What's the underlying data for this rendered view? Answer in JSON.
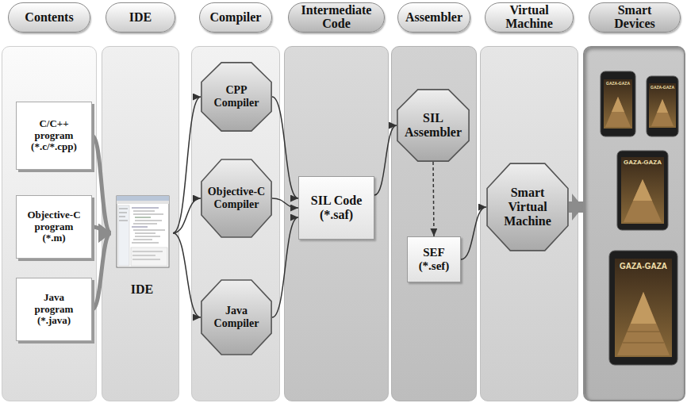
{
  "diagram": {
    "nodes": [
      {
        "text": [
          "Contents"
        ]
      },
      {
        "text": [
          "C/C++ program",
          "(*.c/*.cpp)"
        ],
        "in": 0
      },
      {
        "text": [
          "Objective-C program",
          "(*.m)"
        ],
        "in": 0
      },
      {
        "text": [
          "Java program",
          "(*.java)"
        ],
        "in": 0
      },
      {
        "text": [
          "IDE"
        ]
      },
      {
        "text": [
          "IDE"
        ],
        "in": 4
      },
      {
        "text": [
          "Compiler"
        ]
      },
      {
        "text": [
          "CPP Compiler"
        ],
        "in": 6
      },
      {
        "text": [
          "Objective-C Compiler"
        ],
        "in": 6
      },
      {
        "text": [
          "Java Compiler"
        ],
        "in": 6
      },
      {
        "text": [
          "Intermediate Code"
        ]
      },
      {
        "text": [
          "SIL Code",
          "(*.saf)"
        ],
        "in": 10
      },
      {
        "text": [
          "Assembler"
        ]
      },
      {
        "text": [
          "SIL Assembler"
        ],
        "in": 12
      },
      {
        "text": [
          "SEF",
          "(*.sef)"
        ],
        "in": 12
      },
      {
        "text": [
          "Virtual Machine"
        ]
      },
      {
        "text": [
          "Smart Virtual Machine"
        ],
        "in": 15
      },
      {
        "text": [
          "Smart Devices"
        ]
      }
    ],
    "edges": [
      {
        "from": 1,
        "to": 5,
        "arrow": "to"
      },
      {
        "from": 2,
        "to": 5,
        "arrow": "to"
      },
      {
        "from": 3,
        "to": 5,
        "arrow": "to"
      },
      {
        "from": 5,
        "to": 7,
        "arrow": "to"
      },
      {
        "from": 5,
        "to": 8,
        "arrow": "to"
      },
      {
        "from": 5,
        "to": 9,
        "arrow": "to"
      },
      {
        "from": 7,
        "to": 11,
        "arrow": "to"
      },
      {
        "from": 8,
        "to": 11,
        "arrow": "to"
      },
      {
        "from": 9,
        "to": 11,
        "arrow": "to"
      },
      {
        "from": 11,
        "to": 13,
        "arrow": "to"
      },
      {
        "from": 13,
        "to": 14,
        "arrow": "to"
      },
      {
        "from": 14,
        "to": 16,
        "arrow": "to"
      },
      {
        "from": 16,
        "to": 17,
        "arrow": "to"
      }
    ],
    "labels": [
      "GAZA-GAZA",
      "GAZA-GAZA",
      "GAZA-GAZA",
      "GAZA-GAZA"
    ]
  }
}
